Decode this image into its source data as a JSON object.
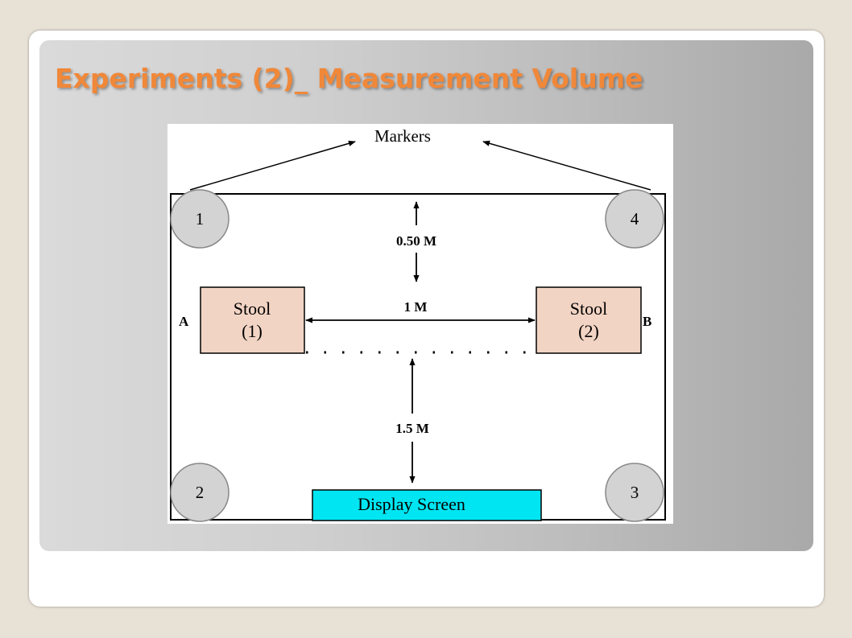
{
  "slide": {
    "title": "Experiments (2)_ Measurement Volume"
  },
  "diagram": {
    "markers_label": "Markers",
    "markers": [
      "1",
      "2",
      "3",
      "4"
    ],
    "dimensions": {
      "top_gap": "0.50 M",
      "stool_gap": "1 M",
      "screen_gap": "1.5 M"
    },
    "side_labels": {
      "left": "A",
      "right": "B"
    },
    "stool_1": {
      "line1": "Stool",
      "line2": "(1)"
    },
    "stool_2": {
      "line1": "Stool",
      "line2": "(2)"
    },
    "display_screen": "Display Screen",
    "colors": {
      "stool_fill": "#f2d4c4",
      "marker_fill": "#d3d3d3",
      "screen_fill": "#00e5f2"
    }
  }
}
